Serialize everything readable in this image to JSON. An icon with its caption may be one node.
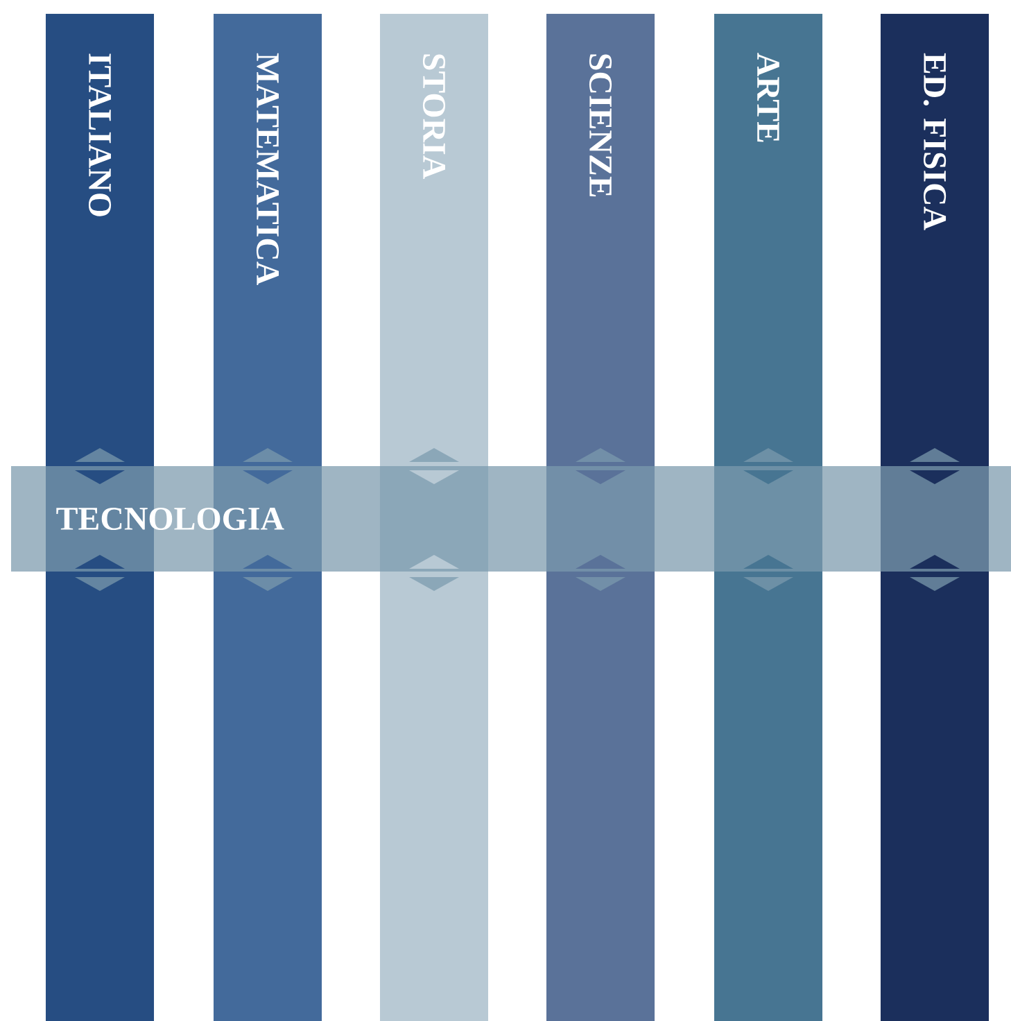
{
  "diagram": {
    "nodes": [
      {
        "text": [
          "ITALIANO"
        ]
      },
      {
        "text": [
          "MATEMATICA"
        ]
      },
      {
        "text": [
          "STORIA"
        ]
      },
      {
        "text": [
          "SCIENZE"
        ]
      },
      {
        "text": [
          "ARTE"
        ]
      },
      {
        "text": [
          "ED. FISICA"
        ]
      },
      {
        "text": [
          "TECNOLOGIA"
        ]
      }
    ]
  }
}
